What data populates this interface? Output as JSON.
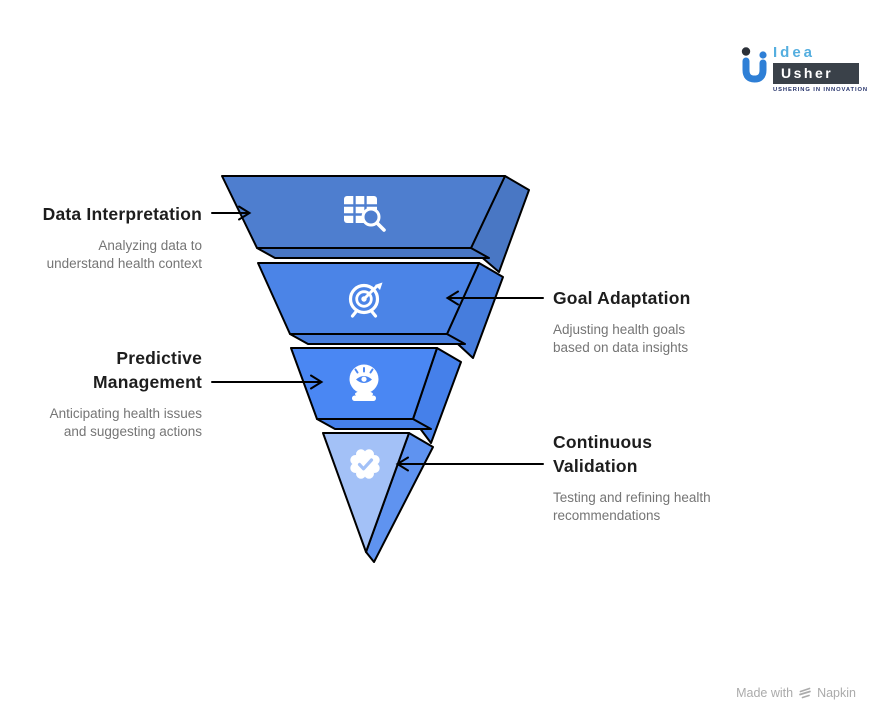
{
  "funnel": {
    "outline": "#000000",
    "icon_color": "#ffffff",
    "levels": [
      {
        "id": "data-interpretation",
        "icon": "table-search-icon",
        "title_lines": [
          "Data Interpretation"
        ],
        "desc_lines": [
          "Analyzing data to",
          "understand health context"
        ],
        "front": "#4E7ECF",
        "side": "#4977C4",
        "label_side": "left"
      },
      {
        "id": "goal-adaptation",
        "icon": "target-dart-icon",
        "title_lines": [
          "Goal Adaptation"
        ],
        "desc_lines": [
          "Adjusting health goals",
          "based on data insights"
        ],
        "front": "#4B84E7",
        "side": "#467DDD",
        "label_side": "right"
      },
      {
        "id": "predictive-management",
        "icon": "crystal-ball-icon",
        "title_lines": [
          "Predictive",
          "Management"
        ],
        "desc_lines": [
          "Anticipating health issues",
          "and suggesting actions"
        ],
        "front": "#4A87F3",
        "side": "#4580EA",
        "label_side": "left"
      },
      {
        "id": "continuous-validation",
        "icon": "verified-badge-icon",
        "title_lines": [
          "Continuous",
          "Validation"
        ],
        "desc_lines": [
          "Testing and refining health",
          "recommendations"
        ],
        "front": "#A3C1F7",
        "side": "#5F93F0",
        "label_side": "right"
      }
    ]
  },
  "text": {
    "title_color": "#1D1D1D",
    "desc_color": "#757575"
  },
  "logo": {
    "brand_top": "Idea",
    "brand_bottom": "Usher",
    "tagline": "USHERING IN INNOVATION",
    "accent": "#54AEDF",
    "box_bg": "#3A4149",
    "box_text": "#FFFFFF",
    "mark_blue": "#2E7FD6",
    "mark_dot": "#2B3038",
    "tagline_color": "#26336B"
  },
  "footer": {
    "prefix": "Made with",
    "brand": "Napkin",
    "color": "#ABABAB"
  }
}
